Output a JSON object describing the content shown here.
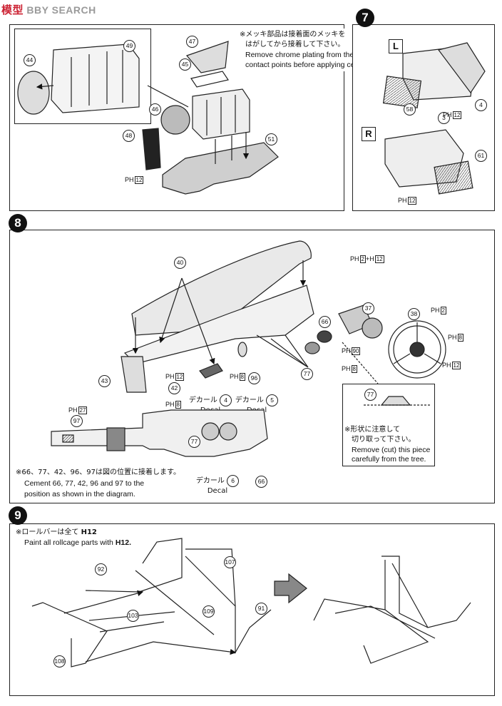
{
  "watermark": {
    "logo": "模型",
    "text": "BBY SEARCH"
  },
  "steps": {
    "s7": "7",
    "s8": "8",
    "s9": "9"
  },
  "panel6": {
    "note_jp_1": "※メッキ部品は接着面のメッキを",
    "note_jp_2": "はがしてから接着して下さい。",
    "note_en_1": "Remove chrome plating from the",
    "note_en_2": "contact points before applying cement.",
    "parts": [
      "44",
      "49",
      "47",
      "45",
      "46",
      "48",
      "51"
    ],
    "paint_code": "H",
    "paint_num": "12"
  },
  "panel7": {
    "label_L": "L",
    "label_R": "R",
    "parts": [
      "58",
      "4",
      "3",
      "61"
    ],
    "paint_code": "H",
    "paint_num": "12"
  },
  "panel8": {
    "parts": [
      "40",
      "43",
      "42",
      "37",
      "38",
      "66",
      "96",
      "77",
      "97"
    ],
    "paint_top": {
      "code": "H",
      "num": "2",
      "plus": "+H",
      "num2": "12"
    },
    "paint_38a": {
      "code": "H",
      "num": "2"
    },
    "paint_38b": {
      "code": "H",
      "num": "8"
    },
    "paint_38c": {
      "code": "H",
      "num": "12"
    },
    "paint_66": {
      "code": "H",
      "num": "90"
    },
    "paint_77": {
      "code": "H",
      "num": "8"
    },
    "paint_43": {
      "code": "H",
      "num": "12"
    },
    "paint_96": {
      "code": "H",
      "num": "8"
    },
    "paint_97": {
      "code": "H",
      "num": "27"
    },
    "paint_dash": {
      "code": "H",
      "num": "8"
    },
    "decal4": {
      "jp": "デカール",
      "num": "4",
      "en": "Decal"
    },
    "decal5": {
      "jp": "デカール",
      "num": "5",
      "en": "Decal"
    },
    "decal6": {
      "jp": "デカール",
      "num": "6",
      "en": "Decal"
    },
    "cement_jp": "※66、77、42、96、97は図の位置に接着します。",
    "cement_en_1": "Cement 66, 77, 42, 96 and 97 to the",
    "cement_en_2": "position as shown in the diagram.",
    "cut_num": "77",
    "cut_jp_1": "※形状に注意して",
    "cut_jp_2": "切り取って下さい。",
    "cut_en_1": "Remove (cut) this piece",
    "cut_en_2": "carefully from the tree."
  },
  "panel9": {
    "note_jp": "※ロールバーは全て",
    "note_jp_paint": "H12",
    "note_en": "Paint all rollcage parts with",
    "note_en_paint": "H12.",
    "parts": [
      "92",
      "107",
      "103",
      "109",
      "91",
      "108"
    ]
  }
}
